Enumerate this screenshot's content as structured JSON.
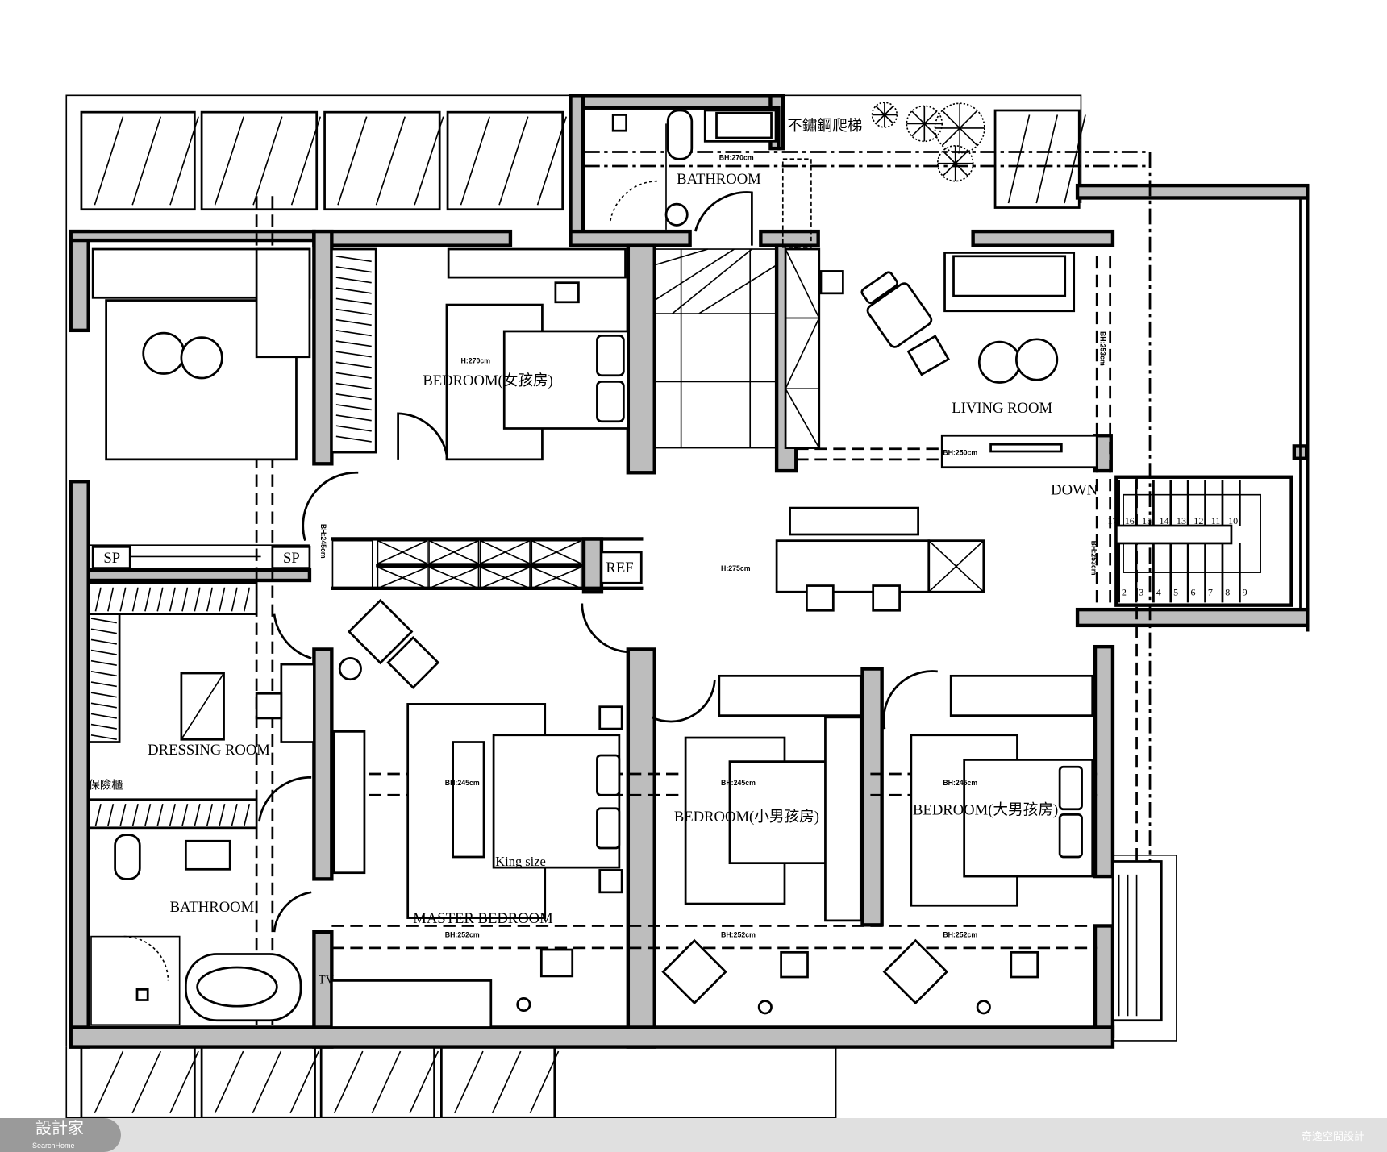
{
  "rooms": {
    "bathroom_top": "BATHROOM",
    "bedroom_girl": "BEDROOM(女孩房)",
    "living_room": "LIVING ROOM",
    "dressing_room": "DRESSING ROOM",
    "master_bedroom": "MASTER BEDROOM",
    "bedroom_small_boy": "BEDROOM(小男孩房)",
    "bedroom_big_boy": "BEDROOM(大男孩房)",
    "bathroom_master": "BATHROOM"
  },
  "labels": {
    "ladder": "不鏽鋼爬梯",
    "down": "DOWN",
    "ref": "REF",
    "sp_left": "SP",
    "sp_right": "SP",
    "safe": "保險櫃",
    "king_size": "King size",
    "tv": "TV"
  },
  "heights": {
    "bathroom_top": "BH:270cm",
    "bedroom_girl": "H:270cm",
    "living_room_side": "BH:253cm",
    "living_room_beam": "BH:250cm",
    "stair_side": "BH:253cm",
    "corridor_vertical": "BH:245cm",
    "hall": "H:275cm",
    "master": "BH:245cm",
    "small_boy": "BH:245cm",
    "big_boy": "BH:245cm",
    "master_window": "BH:252cm",
    "small_boy_window": "BH:252cm",
    "big_boy_window": "BH:252cm"
  },
  "stairs": {
    "upper_steps": [
      "17",
      "16",
      "15",
      "14",
      "13",
      "12",
      "11",
      "10"
    ],
    "lower_steps": [
      "2",
      "3",
      "4",
      "5",
      "6",
      "7",
      "8",
      "9"
    ]
  },
  "footer": {
    "logo_main": "設計家",
    "logo_sub": "SearchHome",
    "credit": "奇逸空間設計"
  },
  "colors": {
    "wall_fill": "#bdbdbd",
    "footer_bg": "#e0e0e0",
    "logo_bg": "#9a9a9a"
  }
}
